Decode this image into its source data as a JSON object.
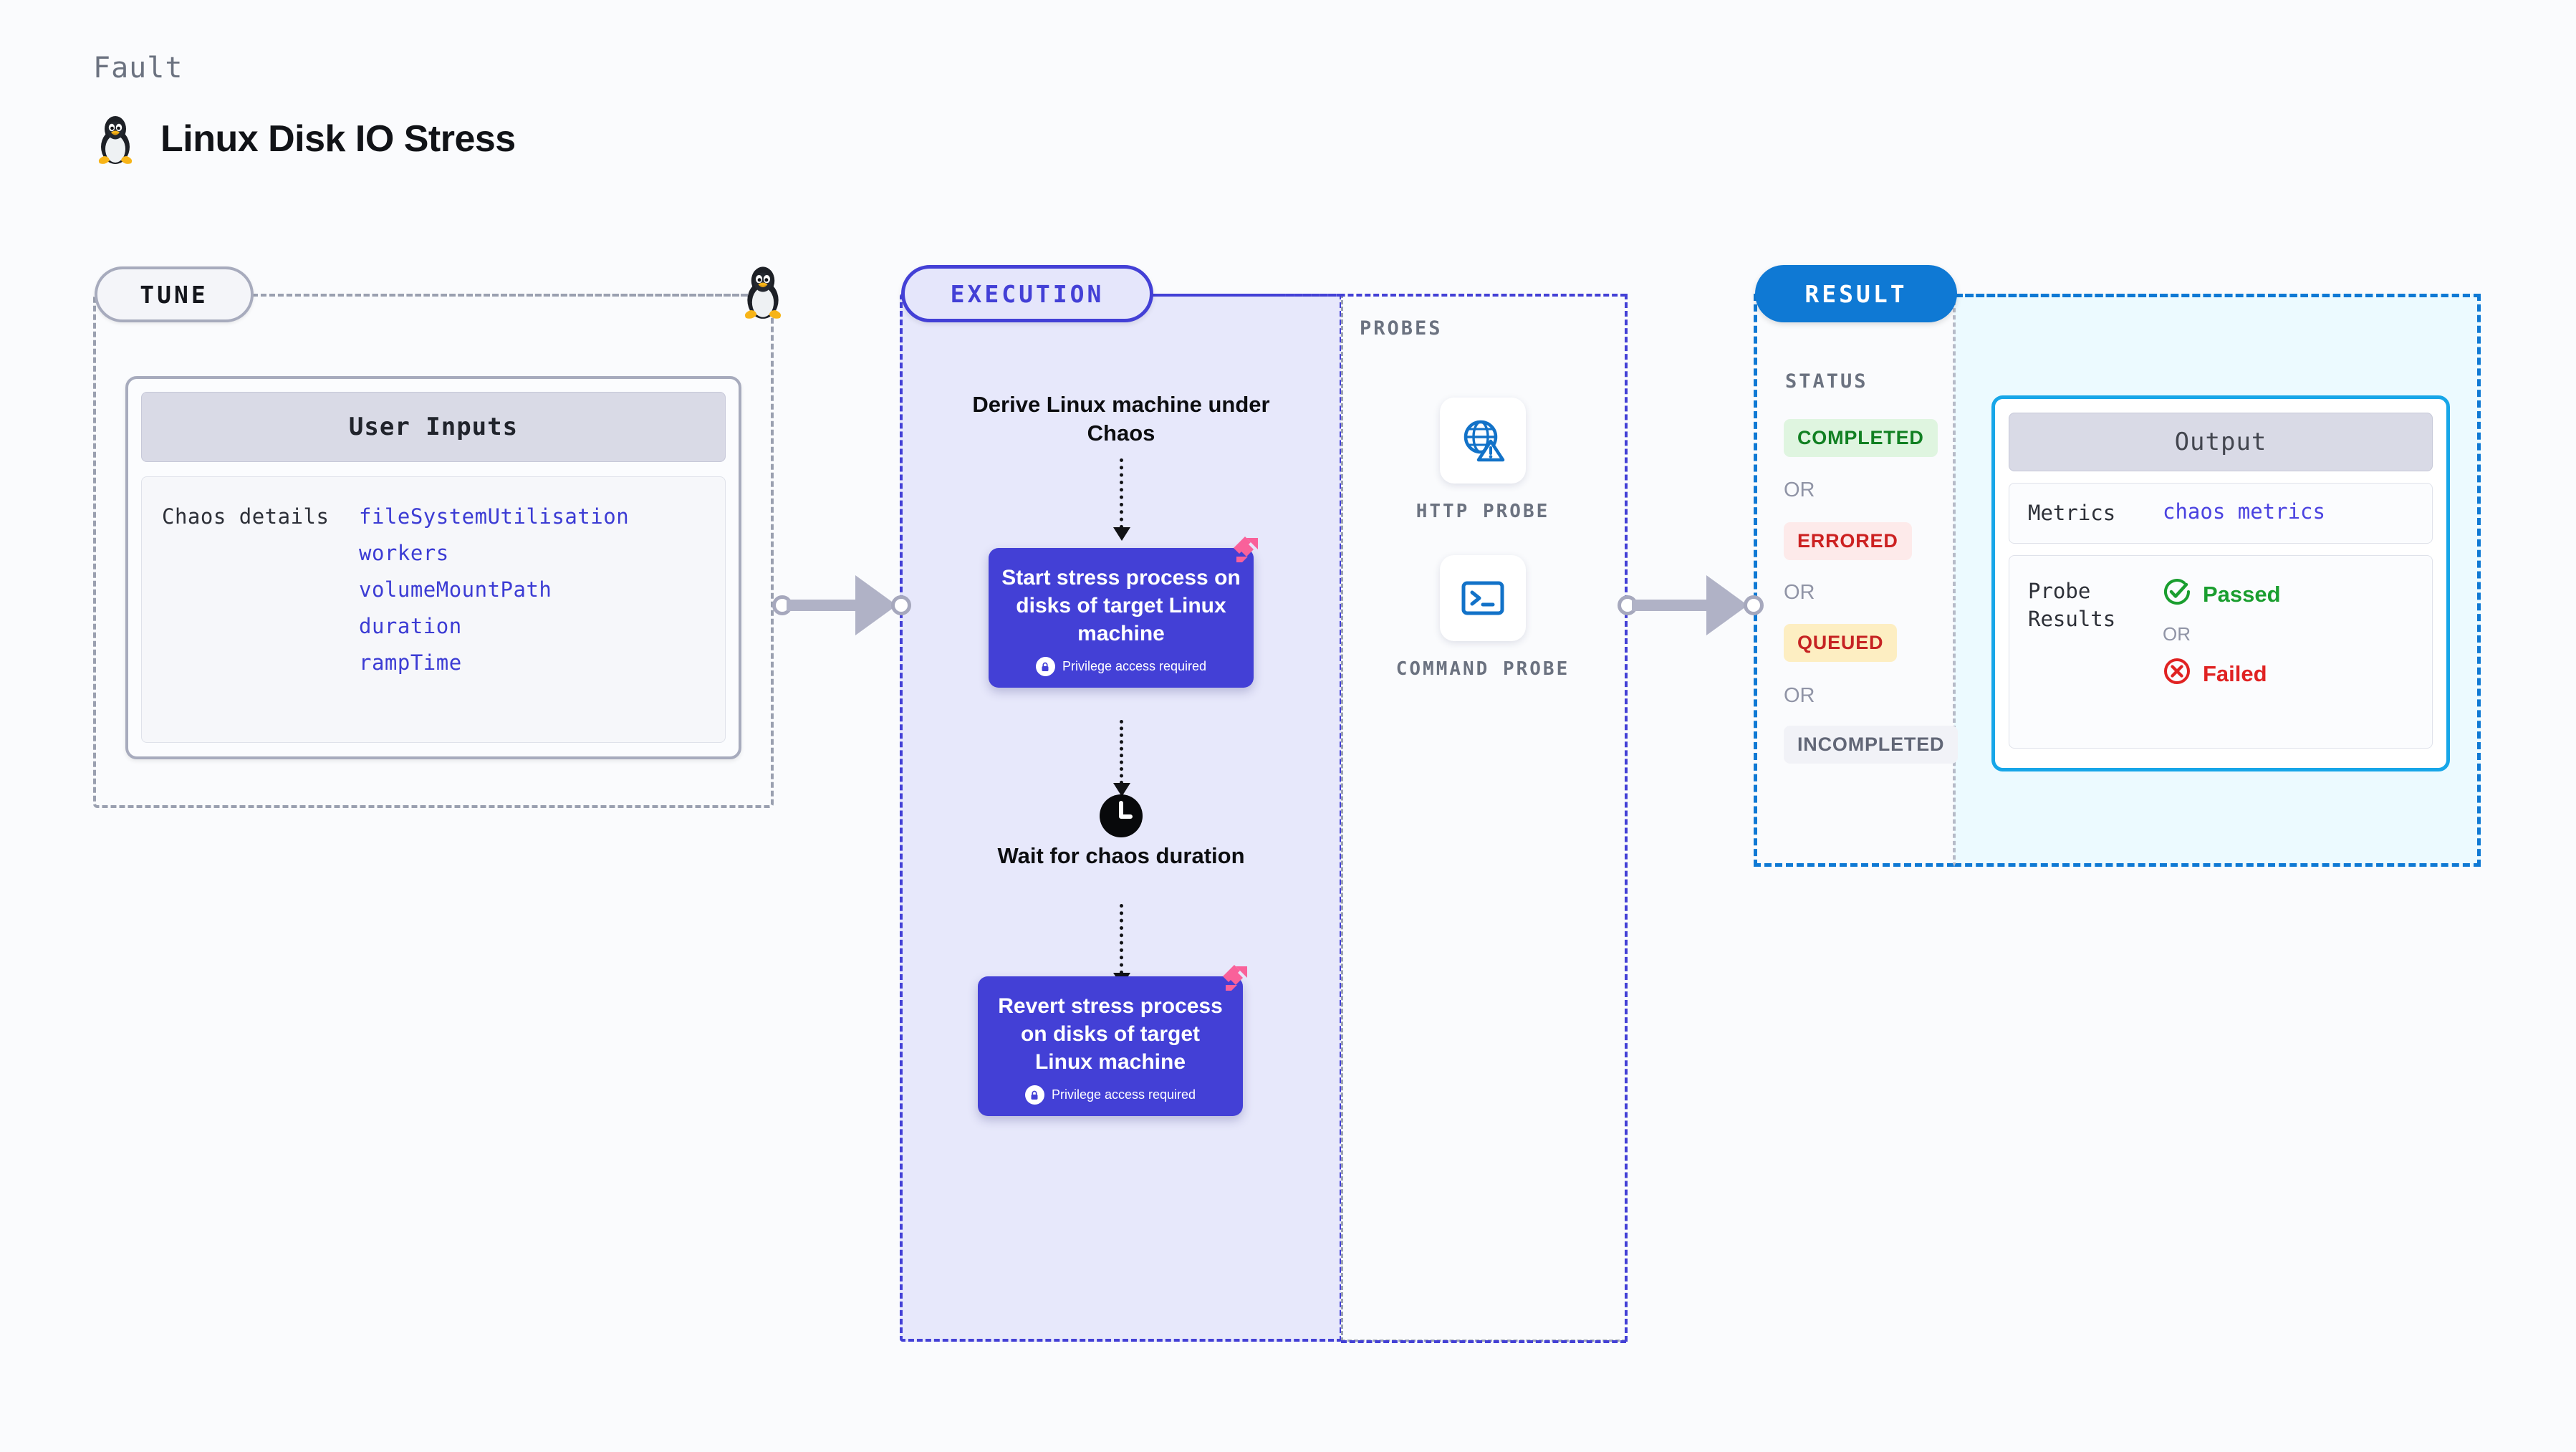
{
  "header": {
    "fault_label": "Fault",
    "title": "Linux Disk IO Stress",
    "icon": "linux-tux-icon"
  },
  "tune": {
    "badge": "TUNE",
    "side_icon": "linux-tux-icon",
    "user_inputs": {
      "header": "User Inputs",
      "rows": [
        {
          "label": "Chaos details",
          "values": [
            "fileSystemUtilisation",
            "workers",
            "volumeMountPath",
            "duration",
            "rampTime"
          ]
        }
      ]
    }
  },
  "execution": {
    "badge": "EXECUTION",
    "steps": [
      {
        "type": "text",
        "label": "Derive Linux machine under Chaos"
      },
      {
        "type": "box",
        "label": "Start stress process on disks of target Linux machine",
        "privilege_note": "Privilege access required",
        "privilege_icon": "lock-icon",
        "corner_icon": "litmus-chaos-icon"
      },
      {
        "type": "wait",
        "icon": "clock-icon",
        "label": "Wait for chaos duration"
      },
      {
        "type": "box",
        "label": "Revert stress process on disks of target Linux machine",
        "privilege_note": "Privilege access required",
        "privilege_icon": "lock-icon",
        "corner_icon": "litmus-chaos-icon"
      }
    ]
  },
  "probes": {
    "label": "PROBES",
    "items": [
      {
        "caption": "HTTP PROBE",
        "icon": "globe-warning-icon"
      },
      {
        "caption": "COMMAND PROBE",
        "icon": "terminal-prompt-icon"
      }
    ]
  },
  "result": {
    "badge": "RESULT",
    "status_label": "STATUS",
    "or_label": "OR",
    "statuses": [
      {
        "text": "COMPLETED",
        "color": "#118022",
        "bg": "#dff5e0"
      },
      {
        "text": "ERRORED",
        "color": "#cc2121",
        "bg": "#fdeaea"
      },
      {
        "text": "QUEUED",
        "color": "#c62323",
        "bg": "#fdeec2"
      },
      {
        "text": "INCOMPLETED",
        "color": "#616676",
        "bg": "#f1f2f7"
      }
    ],
    "output": {
      "header": "Output",
      "metrics_label": "Metrics",
      "metrics_value": "chaos metrics",
      "probe_results_label": "Probe Results",
      "passed": {
        "text": "Passed",
        "color": "#1a9e2f",
        "icon": "check-circle-icon"
      },
      "or_label": "OR",
      "failed": {
        "text": "Failed",
        "color": "#e02222",
        "icon": "x-circle-icon"
      }
    }
  },
  "connectors": {
    "tune_to_execution": "arrow-right",
    "probes_to_result": "arrow-right"
  },
  "colors": {
    "background": "#fafbfd",
    "tune_border": "#9aa0b0",
    "execution_accent": "#4340d6",
    "execution_fill": "#e7e8fb",
    "result_accent": "#0f79d4",
    "result_fill": "#ecfaff",
    "output_border": "#17a6e8",
    "input_value_text": "#3c3cd4",
    "litmus_pink": "#f9619a"
  }
}
